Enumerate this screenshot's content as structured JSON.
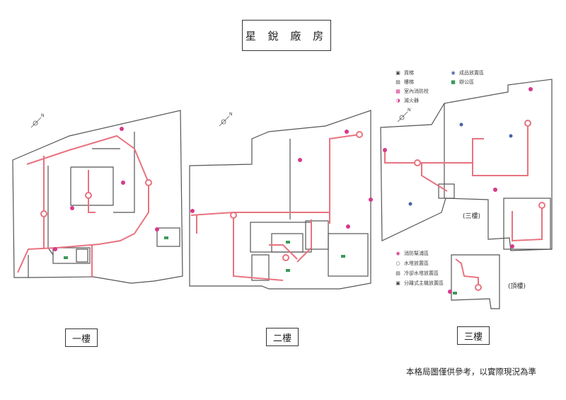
{
  "title": "星 銳 廠 房",
  "floors": {
    "first": "一樓",
    "second": "二樓",
    "third": "三樓"
  },
  "sub_labels": {
    "third_floor": "(三樓)",
    "roof": "(頂樓)"
  },
  "legend_top": [
    {
      "label": "貨梯",
      "icon": "freight-elevator-icon"
    },
    {
      "label": "成品放置區",
      "icon": "product-area-icon"
    },
    {
      "label": "樓梯",
      "icon": "stairs-icon"
    },
    {
      "label": "辦公區",
      "icon": "office-icon"
    },
    {
      "label": "室內消防栓",
      "icon": "fire-hydrant-icon"
    },
    {
      "label": "滅火器",
      "icon": "fire-extinguisher-icon"
    }
  ],
  "legend_bottom": [
    {
      "label": "消防幫浦區",
      "icon": "fire-pump-icon"
    },
    {
      "label": "水塔放置區",
      "icon": "water-tower-icon"
    },
    {
      "label": "冷卻水塔放置區",
      "icon": "cooling-tower-icon"
    },
    {
      "label": "分離式主機放置區",
      "icon": "split-ac-icon"
    }
  ],
  "compass_letter": "N",
  "note": "本格局圖僅供參考，以實際現況為準",
  "colors": {
    "route": "#e8737f",
    "wall": "#555555",
    "extinguisher": "#d63a8a",
    "office": "#3a9a5a"
  }
}
